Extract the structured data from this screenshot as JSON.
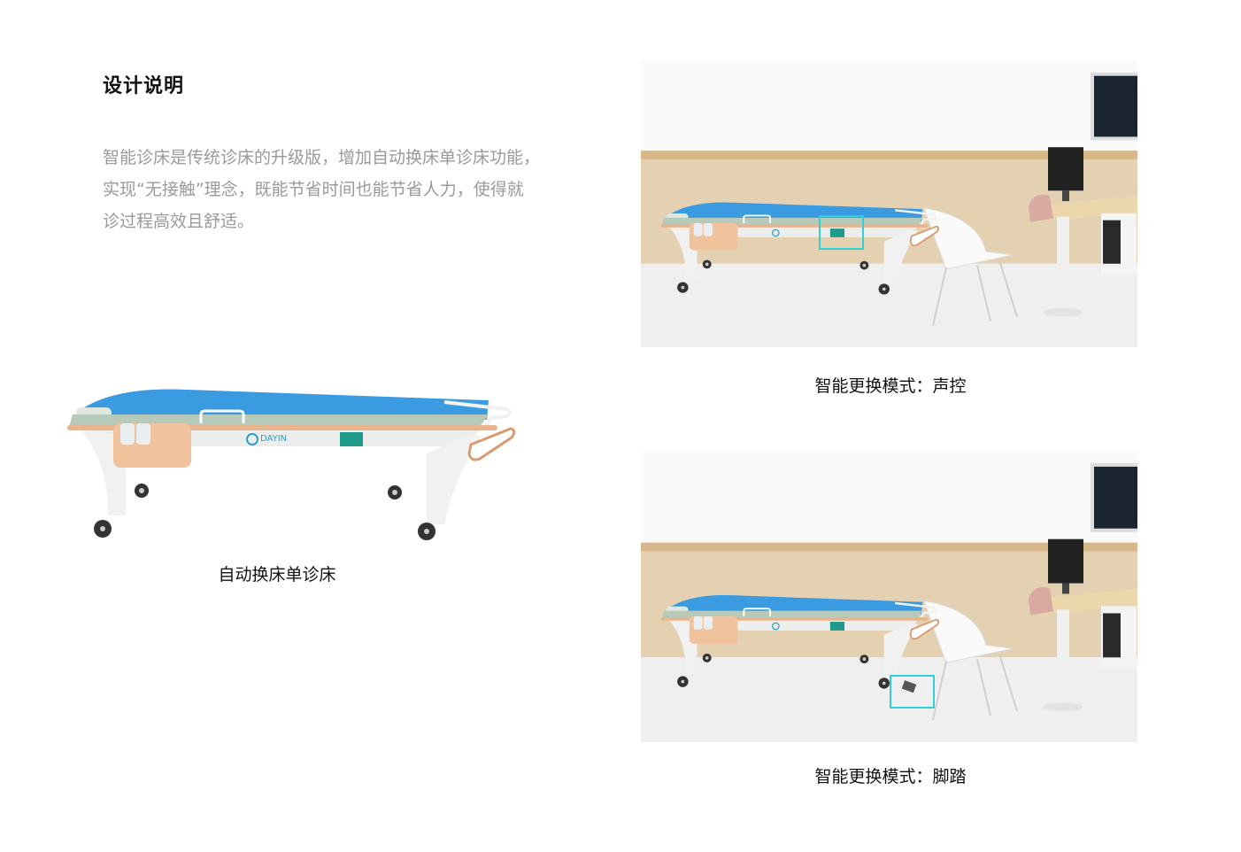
{
  "heading": "设计说明",
  "description_lines": [
    "智能诊床是传统诊床的升级版，增加自动换床单诊床功能，",
    "实现“无接触”理念，既能节省时间也能节省人力，使得就",
    "诊过程高效且舒适。"
  ],
  "product": {
    "caption": "自动换床单诊床",
    "brand_logo_text": "DAYIN"
  },
  "scenes": [
    {
      "caption": "智能更换模式：声控",
      "highlight": "control-panel"
    },
    {
      "caption": "智能更换模式：脚踏",
      "highlight": "foot-pedal"
    }
  ],
  "colors": {
    "highlight": "#2fd0d8",
    "sheet": "#3a9be0",
    "accent": "#f0c39c"
  }
}
